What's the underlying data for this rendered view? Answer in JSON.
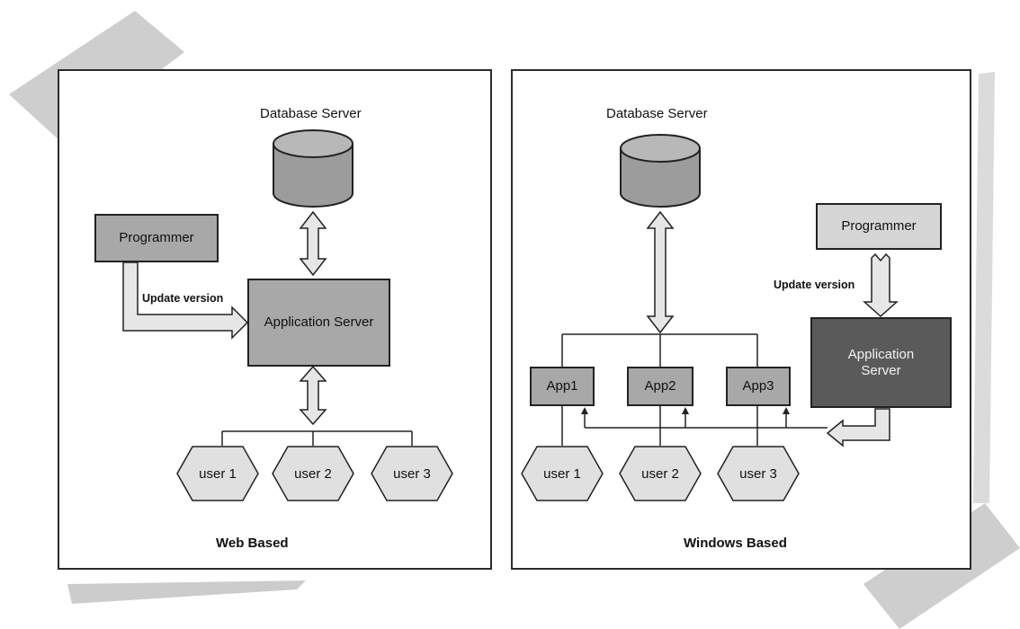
{
  "web_based": {
    "caption": "Web Based",
    "db_label": "Database Server",
    "programmer": "Programmer",
    "update_label": "Update version",
    "app_server": "Application Server",
    "users": [
      "user 1",
      "user 2",
      "user 3"
    ]
  },
  "windows_based": {
    "caption": "Windows Based",
    "db_label": "Database Server",
    "programmer": "Programmer",
    "update_label": "Update version",
    "app_server": "Application Server",
    "apps": [
      "App1",
      "App2",
      "App3"
    ],
    "users": [
      "user 1",
      "user 2",
      "user 3"
    ]
  },
  "colors": {
    "box_light": "#d6d6d6",
    "box_mid": "#a8a8a8",
    "box_dark": "#5a5a5a",
    "cylinder": "#9c9c9c"
  }
}
